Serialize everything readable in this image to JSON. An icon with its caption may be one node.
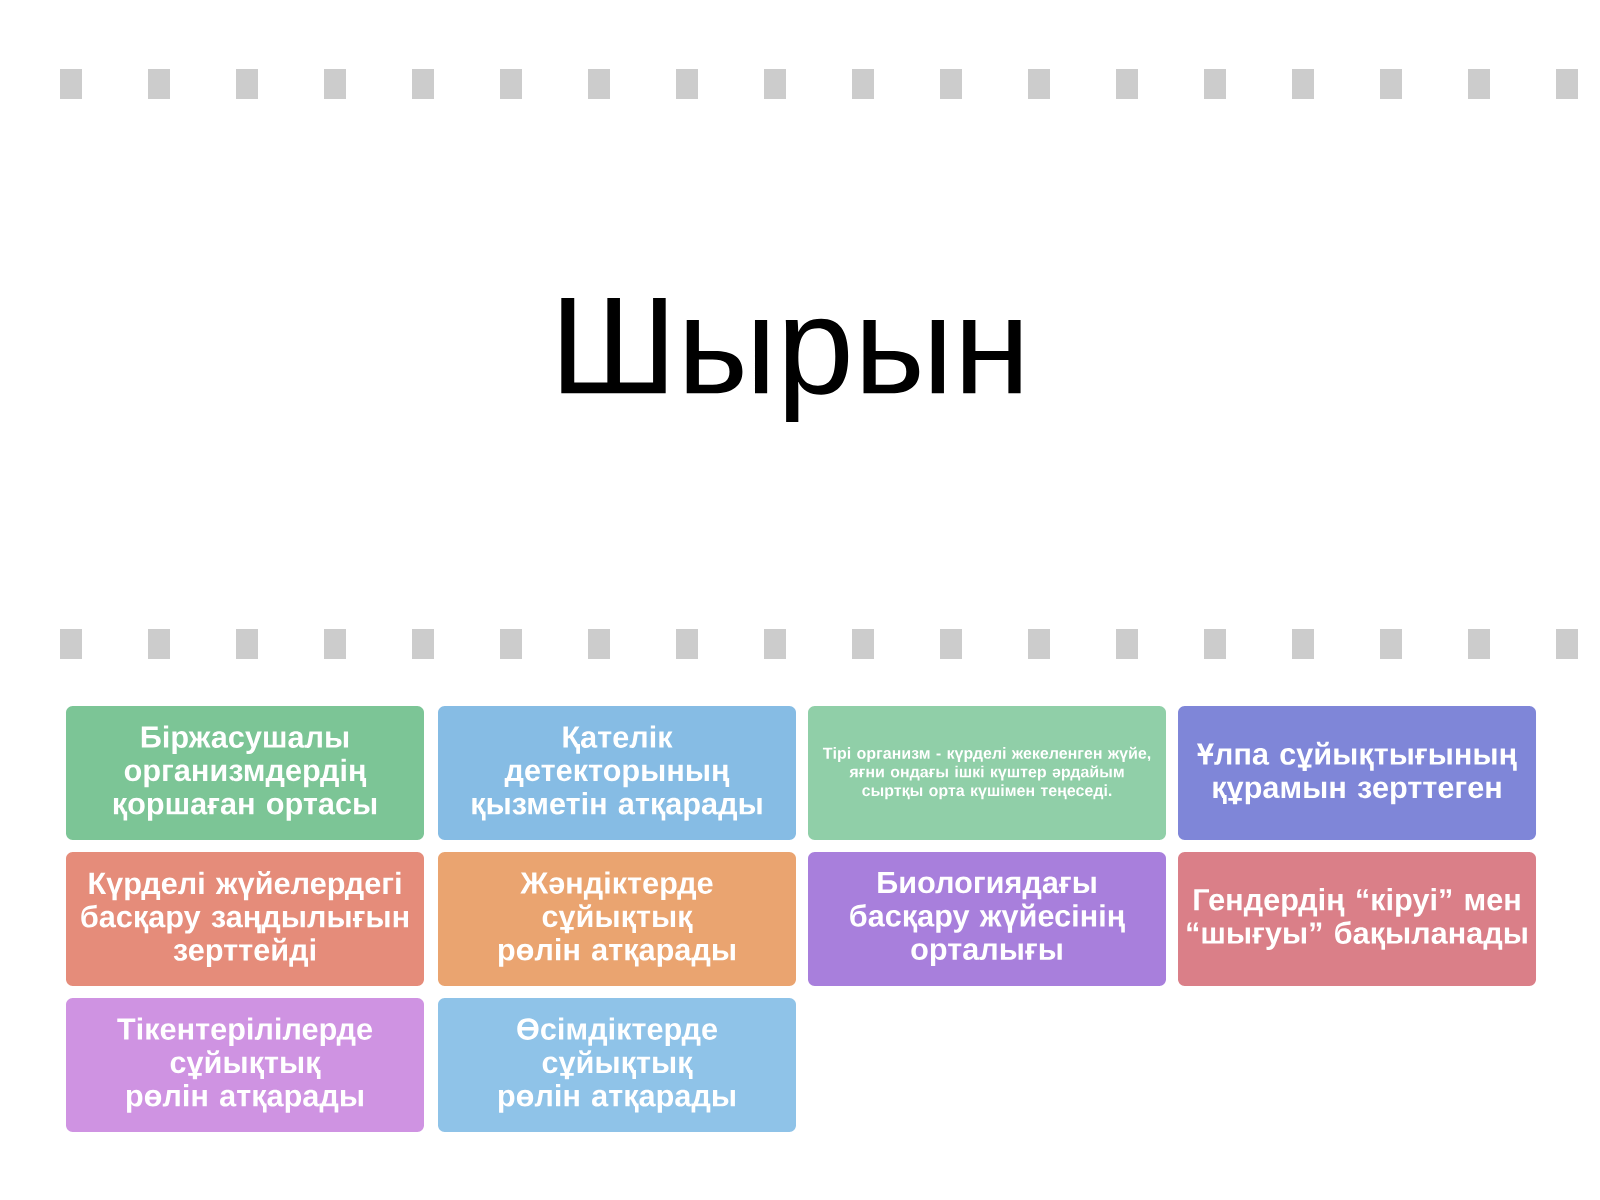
{
  "diagram": {
    "title": "Шырын",
    "nodes": [
      {
        "text": [
          "Біржасушалы организмдердің қоршаған ортасы"
        ]
      },
      {
        "text": [
          "Қателік детекторының қызметін атқарады"
        ]
      },
      {
        "text": [
          "Тірі организм - күрделі жекеленген жүйе, яғни ондағы ішкі күштер әрдайым сыртқы орта күшімен теңеседі."
        ]
      },
      {
        "text": [
          "Ұлпа сұйықтығының құрамын зерттеген"
        ]
      },
      {
        "text": [
          "Күрделі жүйелердегі басқару заңдылығын зерттейді"
        ]
      },
      {
        "text": [
          "Жәндіктерде сұйықтық рөлін атқарады"
        ]
      },
      {
        "text": [
          "Биологиядағы басқару жүйесінің орталығы"
        ]
      },
      {
        "text": [
          "Гендердің “кіруі” мен “шығуы” бақыланады"
        ]
      },
      {
        "text": [
          "Тікентерілілерде сұйықтық рөлін атқарады"
        ]
      },
      {
        "text": [
          "Өсімдіктерде сұйықтық рөлін атқарады"
        ]
      }
    ]
  }
}
